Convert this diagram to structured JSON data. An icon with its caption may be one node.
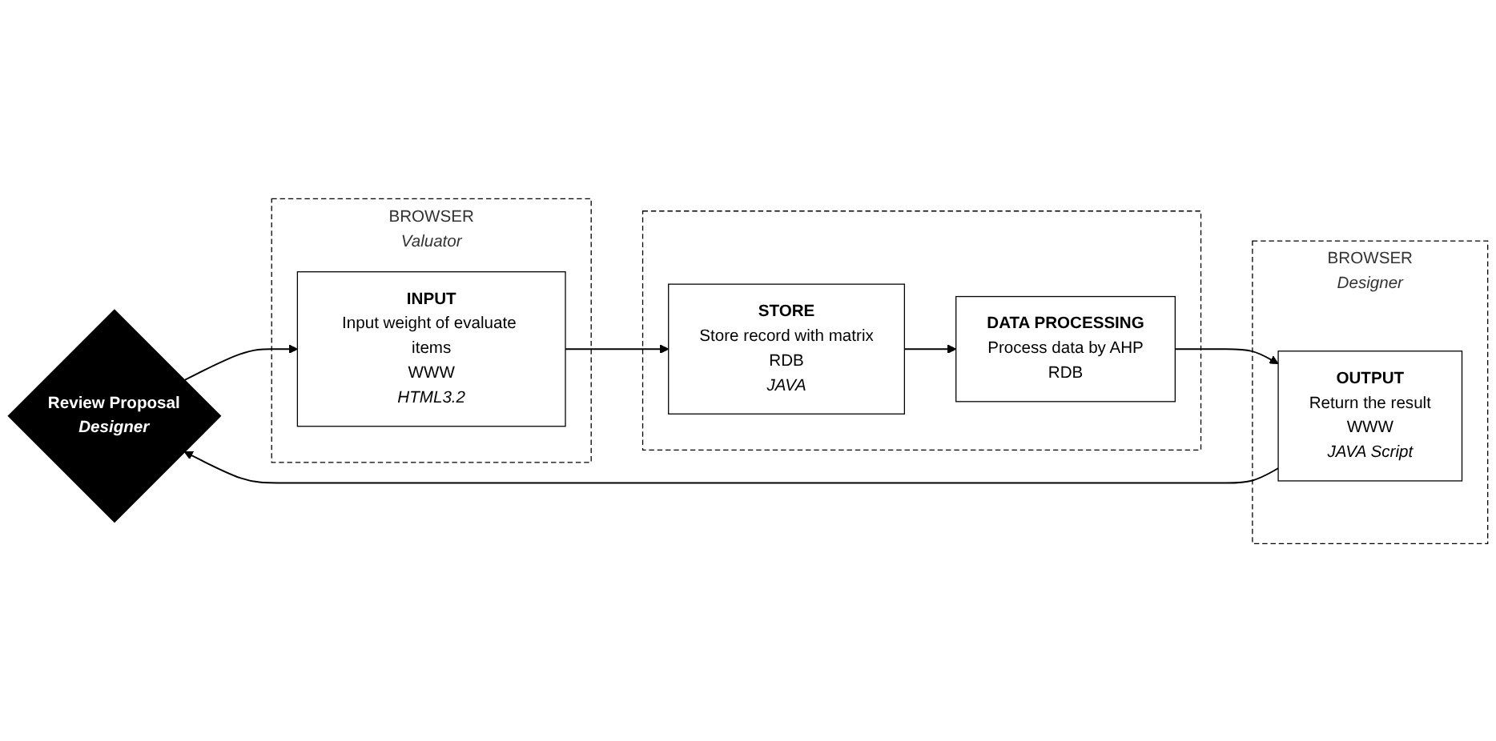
{
  "diagram": {
    "nodes": [
      {
        "text": [
          "Review Proposal",
          "Designer"
        ]
      },
      {
        "text": [
          "BROWSER",
          "Valuator"
        ]
      },
      {
        "text": [
          "INPUT",
          "Input weight of evaluate items",
          "WWW",
          "HTML3.2"
        ],
        "in": 1
      },
      {
        "text": [],
        "shape": "box"
      },
      {
        "text": [
          "STORE",
          "Store record with matrix",
          "RDB",
          "JAVA"
        ],
        "in": 3
      },
      {
        "text": [
          "DATA PROCESSING",
          "Process data by AHP",
          "RDB"
        ],
        "in": 3
      },
      {
        "text": [
          "BROWSER",
          "Designer"
        ]
      },
      {
        "text": [
          "OUTPUT",
          "Return the result",
          "WWW",
          "JAVA Script"
        ],
        "in": 6
      }
    ],
    "edges": [
      {
        "from": 0,
        "to": 2,
        "arrow": "to"
      },
      {
        "from": 2,
        "to": 4,
        "arrow": "to"
      },
      {
        "from": 4,
        "to": 5,
        "arrow": "to"
      },
      {
        "from": 5,
        "to": 7,
        "arrow": "to"
      },
      {
        "from": 7,
        "to": 0,
        "arrow": "to"
      }
    ]
  }
}
